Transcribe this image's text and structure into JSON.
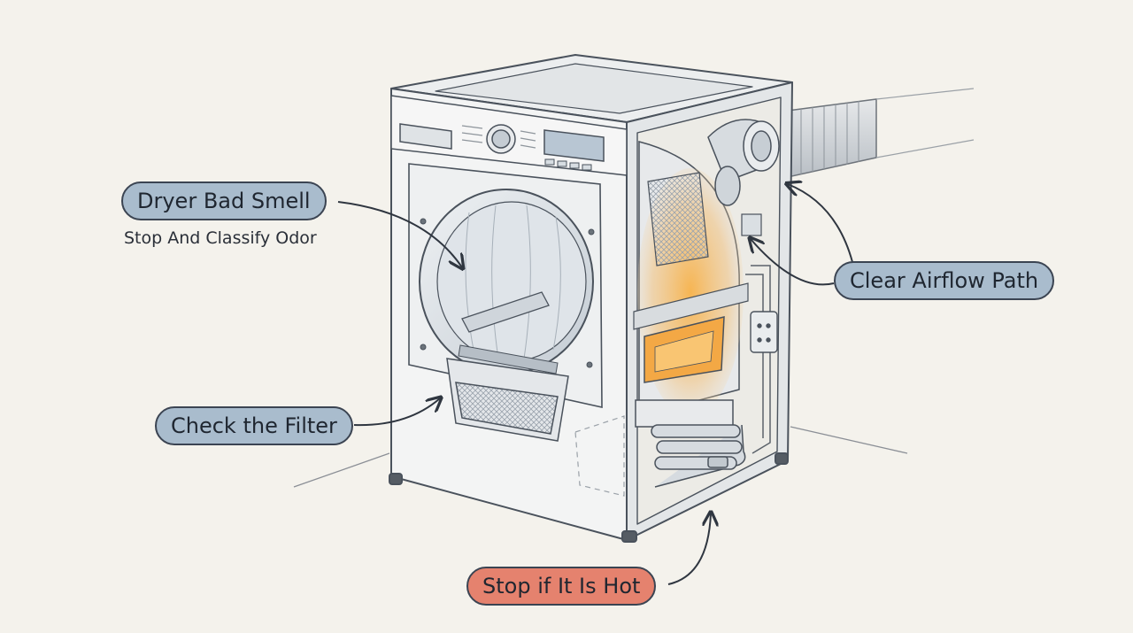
{
  "labels": {
    "title": "Dryer Bad Smell",
    "subtitle": "Stop And Classify Odor",
    "filter": "Check the Filter",
    "airflow": "Clear Airflow Path",
    "hot": "Stop if It Is Hot"
  },
  "colors": {
    "background": "#f4f2ec",
    "label_fill": "#a9bccd",
    "warning_fill": "#e5826e",
    "heat_glow": "#f2a93b",
    "ink": "#3b4452"
  },
  "icons": {
    "arrows": "curved-callout-arrow",
    "outlet": "wall-outlet-icon"
  }
}
